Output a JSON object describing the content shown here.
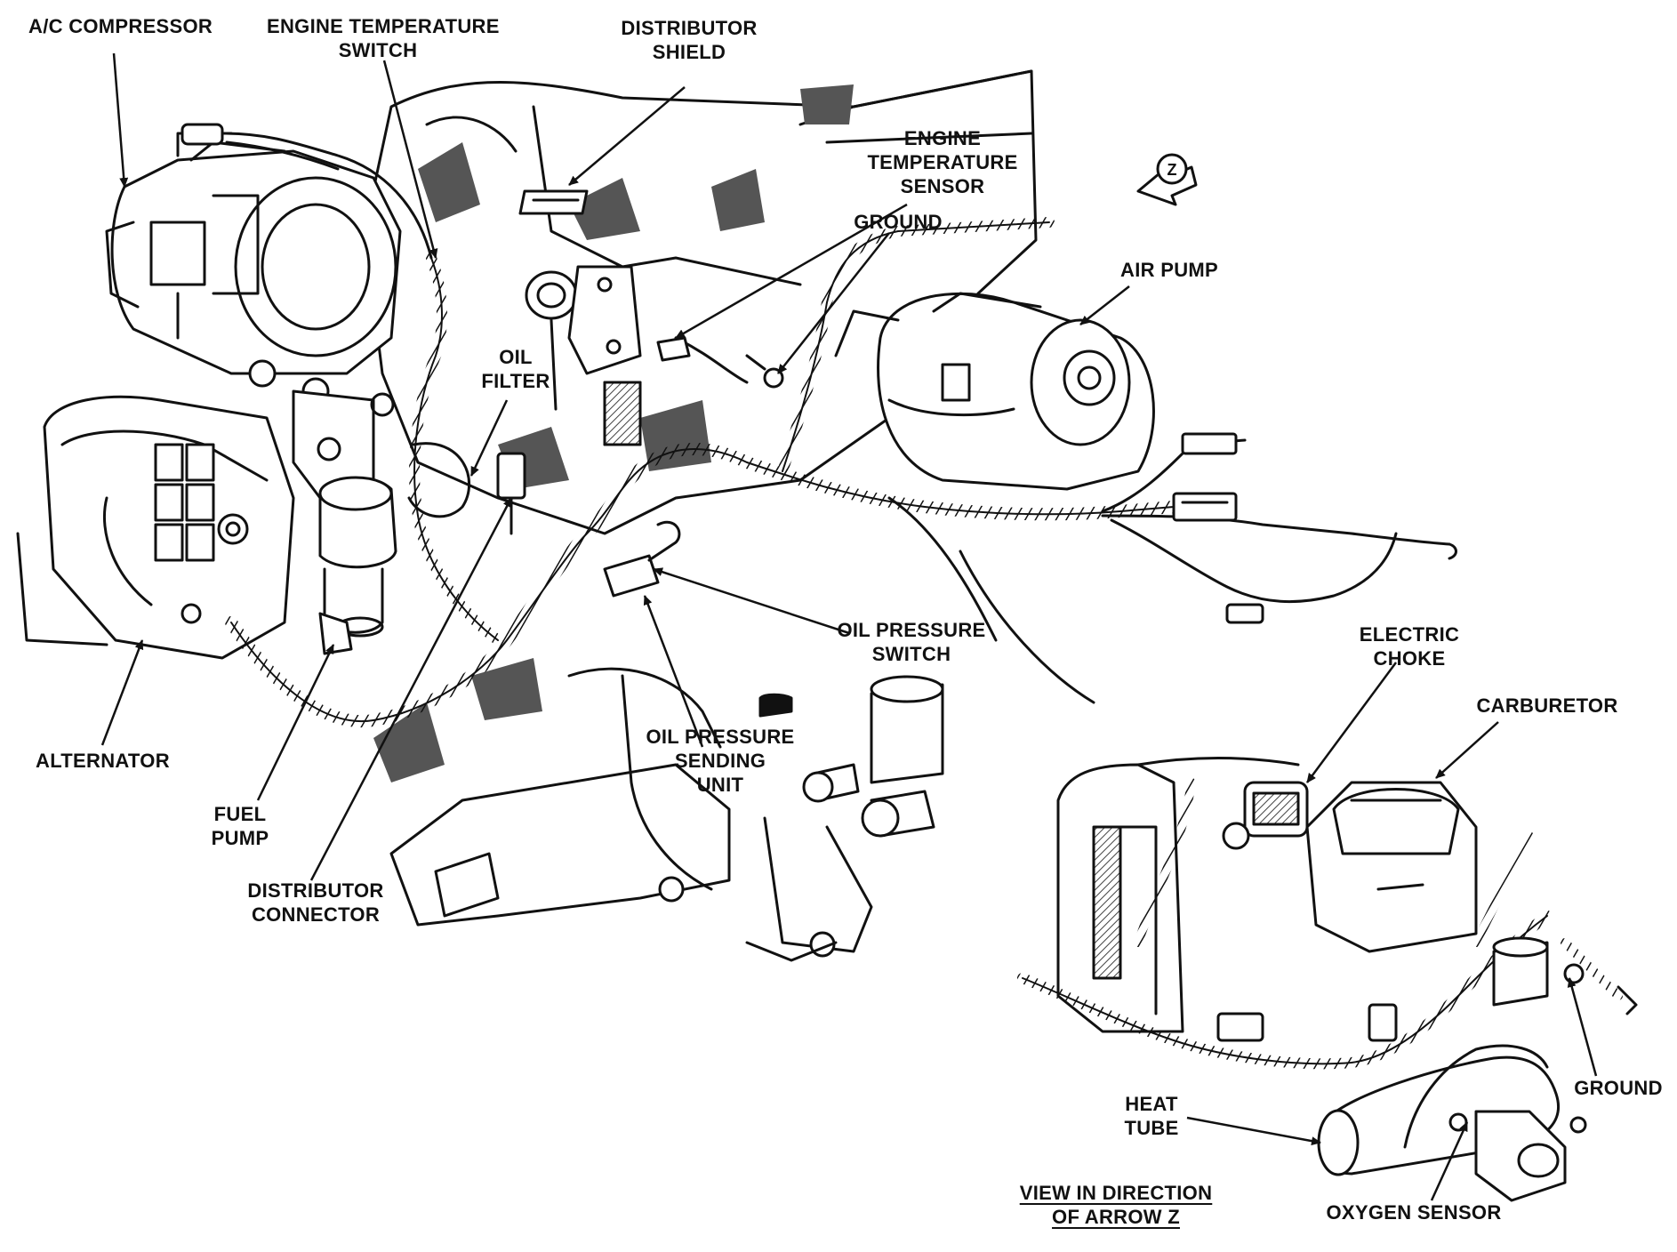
{
  "labels": {
    "ac_compressor": "A/C COMPRESSOR",
    "engine_temp_switch": [
      "ENGINE TEMPERATURE",
      "SWITCH"
    ],
    "distributor_shield": [
      "DISTRIBUTOR",
      "SHIELD"
    ],
    "engine_temp_sensor": [
      "ENGINE",
      "TEMPERATURE",
      "SENSOR"
    ],
    "ground_main": "GROUND",
    "air_pump": "AIR PUMP",
    "oil_filter": [
      "OIL",
      "FILTER"
    ],
    "oil_pressure_switch": [
      "OIL PRESSURE",
      "SWITCH"
    ],
    "electric_choke": [
      "ELECTRIC",
      "CHOKE"
    ],
    "carburetor": "CARBURETOR",
    "alternator": "ALTERNATOR",
    "fuel_pump": [
      "FUEL",
      "PUMP"
    ],
    "oil_pressure_sending_unit": [
      "OIL PRESSURE",
      "SENDING",
      "UNIT"
    ],
    "distributor_connector": [
      "DISTRIBUTOR",
      "CONNECTOR"
    ],
    "ground_inset": "GROUND",
    "heat_tube": [
      "HEAT",
      "TUBE"
    ],
    "view_caption": [
      "VIEW IN DIRECTION",
      "OF ARROW Z"
    ],
    "oxygen_sensor": "OXYGEN SENSOR",
    "arrow_z_letter": "Z"
  },
  "colors": {
    "ink": "#111111",
    "shade": "#555555",
    "paper": "#ffffff"
  }
}
